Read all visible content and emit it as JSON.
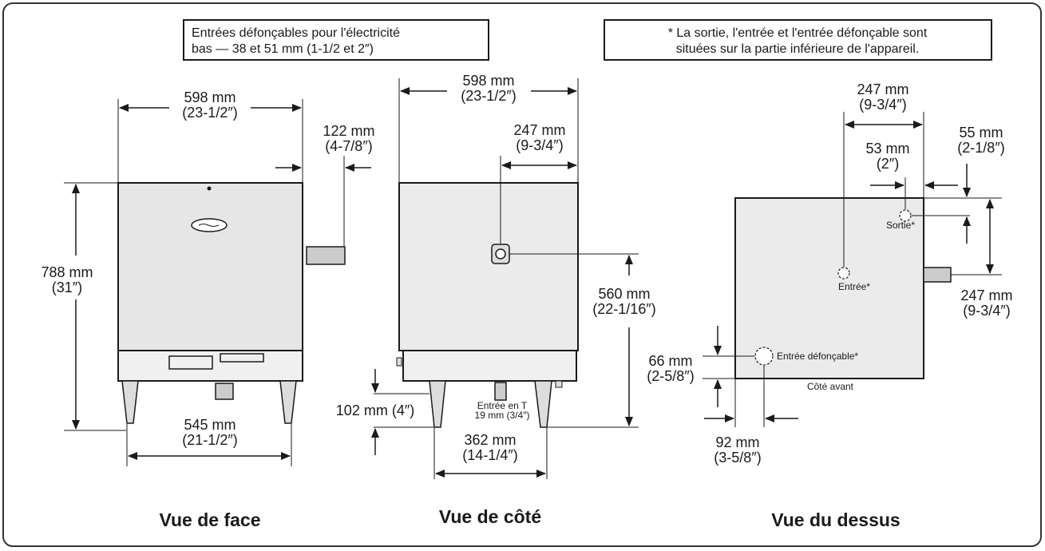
{
  "notes": {
    "electric_line1": "Entrées défonçables pour l'électricité",
    "electric_line2": "bas — 38 et 51 mm (1-1/2 et 2″)",
    "bottom_line1": "* La sortie, l'entrée et l'entrée défonçable sont",
    "bottom_line2": "situées sur la partie inférieure de l'appareil."
  },
  "front_view": {
    "title": "Vue de face",
    "width_mm": "598 mm",
    "width_in": "(23-1/2″)",
    "side_mm": "122 mm",
    "side_in": "(4-7/8″)",
    "height_mm": "788 mm",
    "height_in": "(31″)",
    "legs_mm": "545 mm",
    "legs_in": "(21-1/2″)"
  },
  "side_view": {
    "title": "Vue de côté",
    "width_mm": "598 mm",
    "width_in": "(23-1/2″)",
    "offset_mm": "247 mm",
    "offset_in": "(9-3/4″)",
    "height_mm": "560 mm",
    "height_in": "(22-1/16″)",
    "clearance": "102 mm (4″)",
    "tee_line1": "Entrée en T",
    "tee_line2": "19 mm (3/4″)",
    "legs_mm": "362 mm",
    "legs_in": "(14-1/4″)"
  },
  "top_view": {
    "title": "Vue du dessus",
    "a_mm": "247 mm",
    "a_in": "(9-3/4″)",
    "b_mm": "55 mm",
    "b_in": "(2-1/8″)",
    "c_mm": "53 mm",
    "c_in": "(2″)",
    "d_mm": "247 mm",
    "d_in": "(9-3/4″)",
    "e_mm": "66 mm",
    "e_in": "(2-5/8″)",
    "f_mm": "92 mm",
    "f_in": "(3-5/8″)",
    "outlet": "Sortie*",
    "inlet": "Entrée*",
    "knockout": "Entrée défonçable*",
    "front_side": "Côté avant"
  }
}
